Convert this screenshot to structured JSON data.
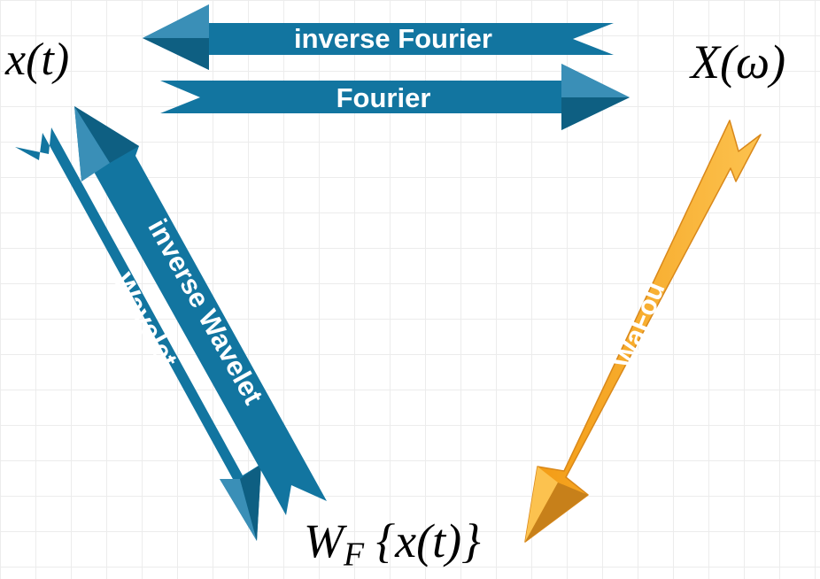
{
  "nodes": {
    "time_signal": "x(t)",
    "frequency_spectrum": "X(ω)",
    "wavelet_transform": "W_F {x(t)}"
  },
  "arrows": {
    "inverse_fourier": "inverse Fourier",
    "fourier": "Fourier",
    "wavelet": "Wavelet",
    "inverse_wavelet": "inverse Wavelet",
    "wafou": "WaFou"
  },
  "colors": {
    "blue_arrow": "#1275a0",
    "blue_arrow_dark": "#0e5f82",
    "blue_arrow_light": "#3a8fb7",
    "orange_arrow": "#f7a21b",
    "orange_arrow_dark": "#c7801a",
    "orange_arrow_light": "#fcc24f",
    "grid": "#ececec"
  }
}
